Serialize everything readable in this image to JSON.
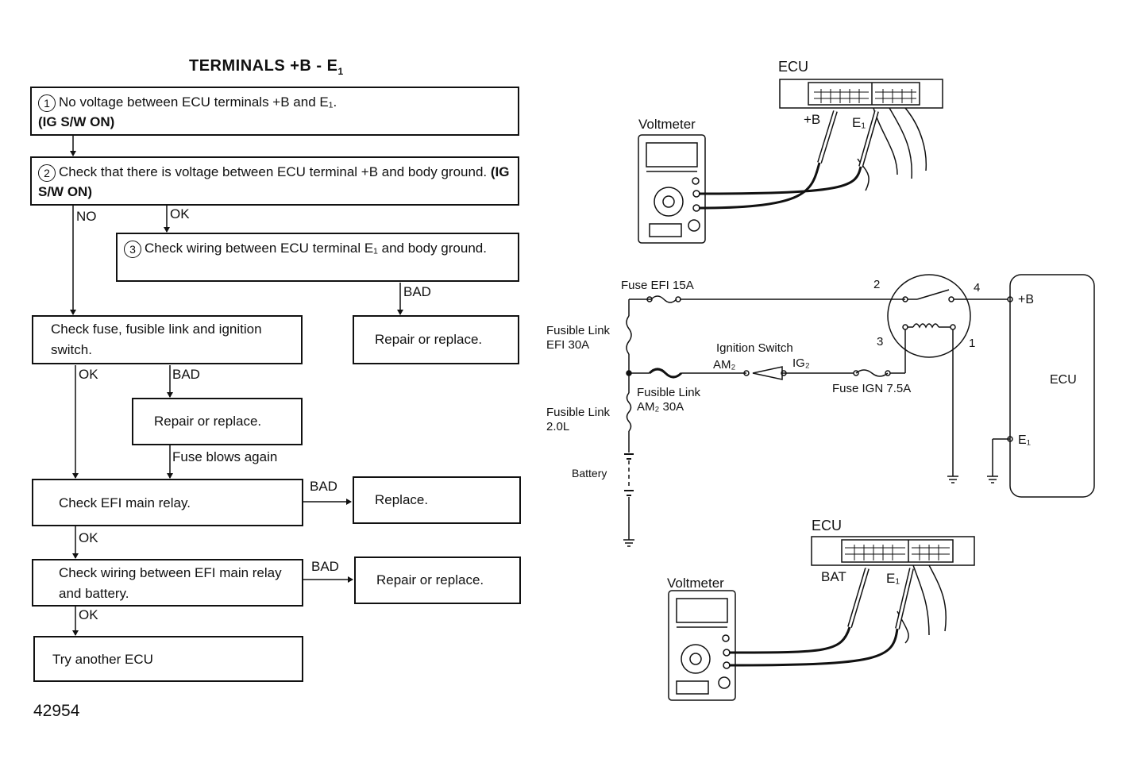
{
  "title": {
    "main": "TERMINALS +B - E",
    "sub": "1"
  },
  "flow": {
    "step1": {
      "num": "1",
      "text": "No voltage between ECU terminals +B and E₁.",
      "cond": "(IG S/W ON)"
    },
    "step2": {
      "num": "2",
      "text": "Check that there is voltage between ECU terminal +B and body ground.",
      "cond": "(IG S/W ON)"
    },
    "step3": {
      "num": "3",
      "text": "Check wiring between ECU terminal E₁ and body ground."
    },
    "step3_fix": "Repair or replace.",
    "fuse_check": "Check fuse, fusible link and ignition switch.",
    "fuse_fix": "Repair or replace.",
    "relay_check": "Check EFI main relay.",
    "relay_fix": "Replace.",
    "wiring_check": "Check wiring between EFI main relay and battery.",
    "wiring_fix": "Repair or replace.",
    "final": "Try another ECU",
    "labels": {
      "no": "NO",
      "ok1": "OK",
      "bad1": "BAD",
      "ok2": "OK",
      "bad2": "BAD",
      "fuse_blows": "Fuse blows again",
      "bad3": "BAD",
      "ok3": "OK",
      "bad4": "BAD",
      "ok4": "OK"
    }
  },
  "figure_code": "42954",
  "top_meter": {
    "ecu": "ECU",
    "voltmeter": "Voltmeter",
    "probe_pos": "+B",
    "probe_neg": "E₁"
  },
  "bottom_meter": {
    "ecu": "ECU",
    "voltmeter": "Voltmeter",
    "probe_pos": "BAT",
    "probe_neg": "E₁"
  },
  "circuit": {
    "fuse_efi": "Fuse EFI 15A",
    "fusible_efi_1": "Fusible Link",
    "fusible_efi_2": "EFI 30A",
    "ignition_switch": "Ignition Switch",
    "am2": "AM₂",
    "ig2": "IG₂",
    "fuse_ign": "Fuse IGN 7.5A",
    "fusible_am2_1": "Fusible Link",
    "fusible_am2_2": "AM₂ 30A",
    "fusible_20_1": "Fusible Link",
    "fusible_20_2": "2.0L",
    "battery": "Battery",
    "pin2": "2",
    "pin4": "4",
    "pin3": "3",
    "pin1": "1",
    "term_b": "+B",
    "term_e1": "E₁",
    "ecu": "ECU"
  }
}
